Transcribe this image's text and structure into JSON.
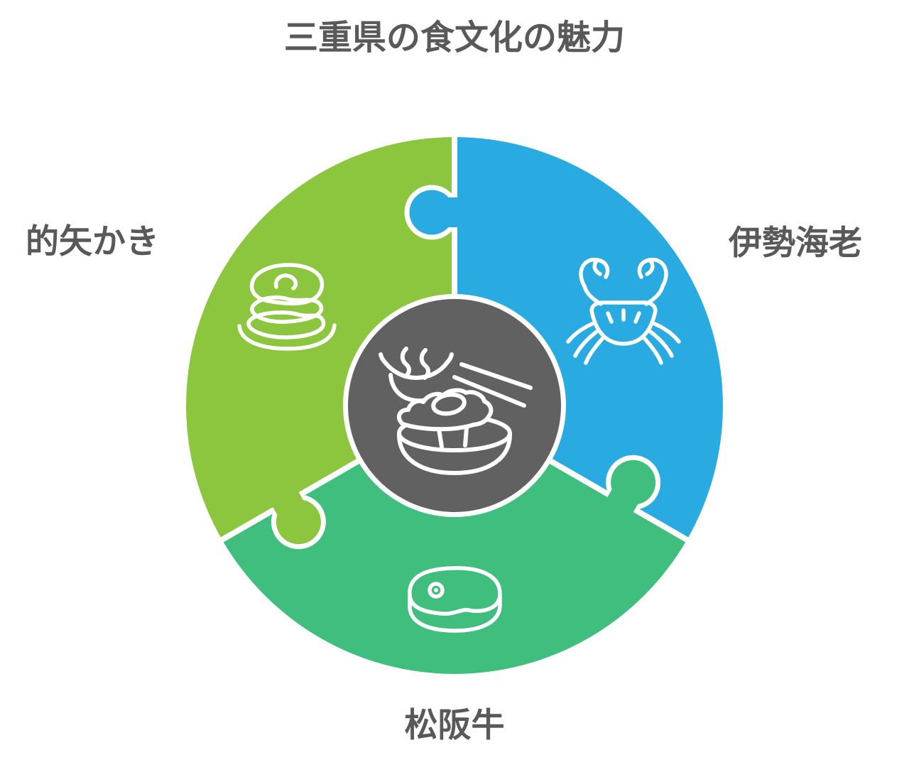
{
  "title": "三重県の食文化の魅力",
  "diagram": {
    "type": "puzzle-circle",
    "background": "#FFFFFF",
    "divider_color": "#FFFFFF",
    "text_color": "#595959",
    "center": {
      "icon": "sukiyaki-meal-icon",
      "color": "#616161",
      "icon_color": "#FFFFFF"
    },
    "pieces": [
      {
        "label": "的矢かき",
        "position": "top-left",
        "color": "#8CC63F",
        "icon": "oyster-stack-icon"
      },
      {
        "label": "伊勢海老",
        "position": "right",
        "color": "#29ABE2",
        "icon": "crab-icon"
      },
      {
        "label": "松阪牛",
        "position": "bottom",
        "color": "#3FBE7E",
        "icon": "steak-icon"
      }
    ]
  }
}
